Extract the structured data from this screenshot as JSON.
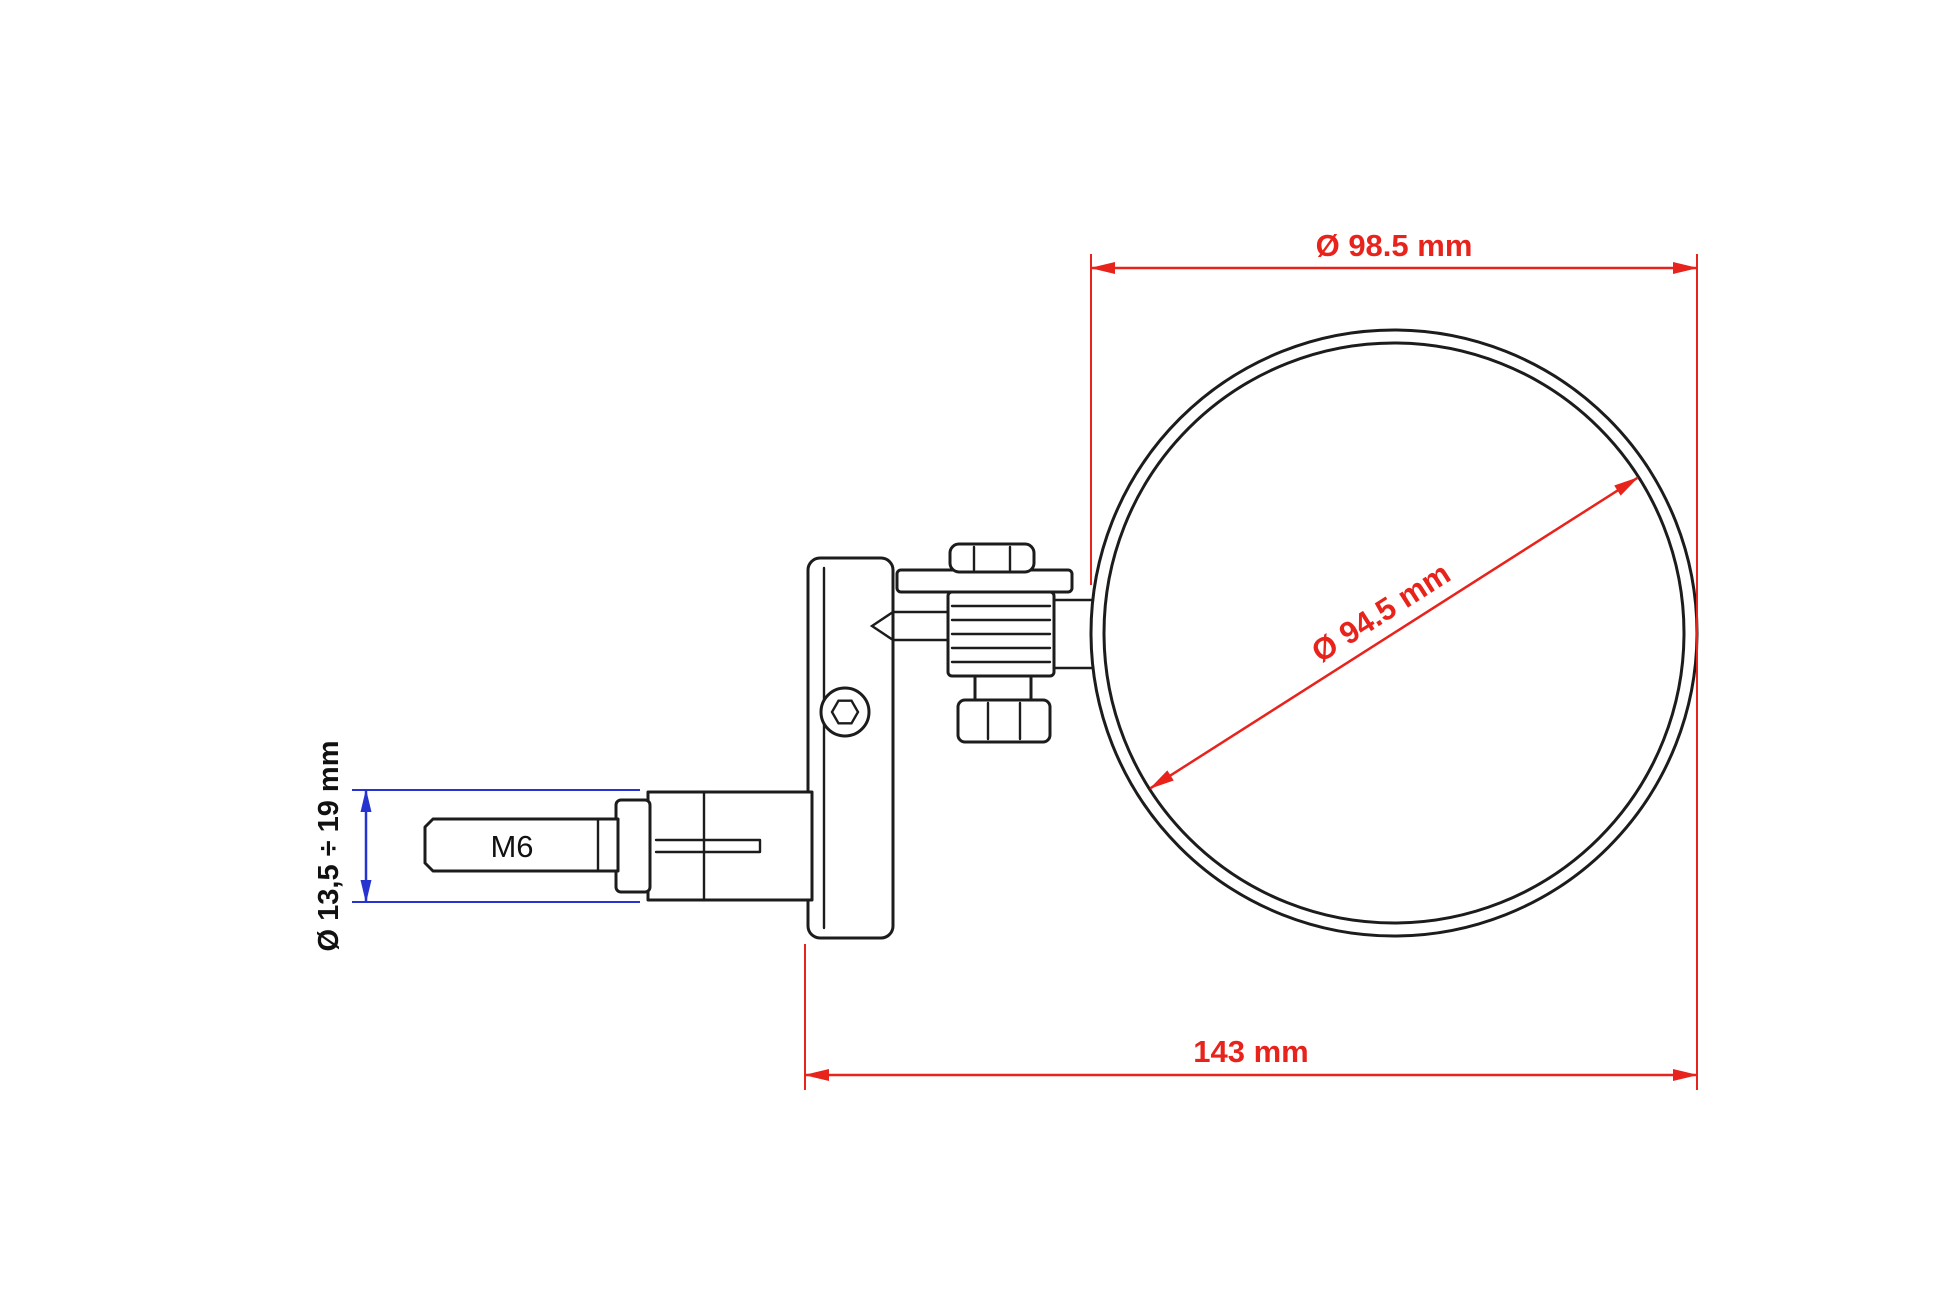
{
  "diagram": {
    "type": "technical-drawing",
    "subject": "bar-end mirror side view with dimensions",
    "labels": {
      "dim_outer_diameter": "Ø 98.5 mm",
      "dim_mirror_diameter": "Ø 94.5 mm",
      "dim_overall_length": "143 mm",
      "dim_clamp_diameter_range": "Ø 13,5 ÷ 19 mm",
      "bolt_thread": "M6"
    },
    "colors": {
      "dimension_primary": "#e8231c",
      "dimension_secondary": "#2733cf",
      "outline": "#1c1c1c",
      "background": "#ffffff"
    }
  }
}
